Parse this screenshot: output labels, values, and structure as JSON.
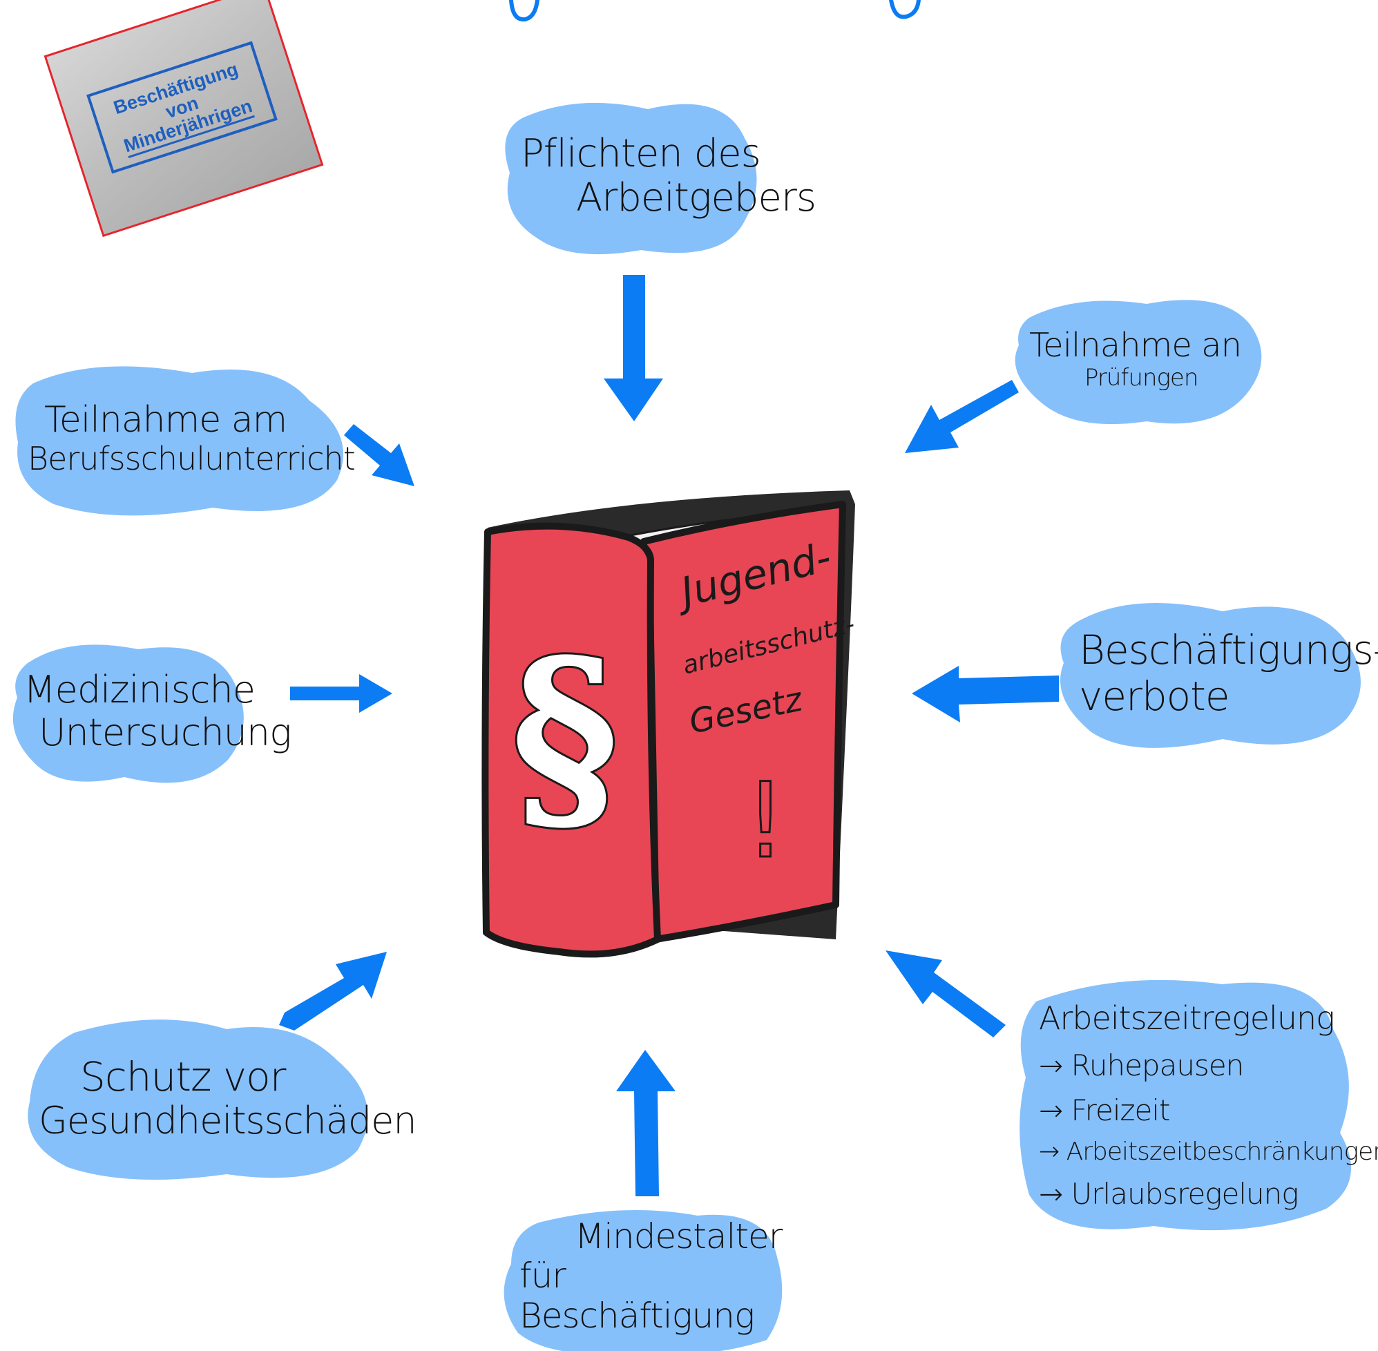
{
  "colors": {
    "blob": "#86c0fb",
    "arrow": "#0b7cf4",
    "book_red": "#e84655",
    "book_outline": "#1a1a1a",
    "pages": "#f2f2f2",
    "stamp_blue": "#1e5fbf",
    "stamp_border": "#e2262d"
  },
  "stamp": {
    "lines": [
      "Beschäftigung",
      "von",
      "Minderjährigen"
    ]
  },
  "book": {
    "spine_symbol": "§",
    "cover_lines": [
      "Jugend-",
      "arbeitsschutz-",
      "Gesetz"
    ],
    "cover_mark": "!"
  },
  "nodes": {
    "pflichten": {
      "lines": [
        "Pflichten des",
        "Arbeitgebers"
      ]
    },
    "pruefungen": {
      "lines": [
        "Teilnahme an",
        "Prüfungen"
      ]
    },
    "berufsschule": {
      "lines": [
        "Teilnahme am",
        "Berufsschulunterricht"
      ]
    },
    "beschaeftigungsverbote": {
      "lines": [
        "Beschäftigungs-",
        "verbote"
      ]
    },
    "medizinisch": {
      "lines": [
        "Medizinische",
        "Untersuchung"
      ]
    },
    "schutz": {
      "lines": [
        "Schutz vor",
        "Gesundheitsschäden"
      ]
    },
    "arbeitszeit": {
      "lines": [
        "Arbeitszeitregelung",
        "→ Ruhepausen",
        "→ Freizeit",
        "→ Arbeitszeitbeschränkungen",
        "→ Urlaubsregelung"
      ]
    },
    "mindestalter": {
      "lines": [
        "Mindestalter",
        "für Beschäftigung"
      ]
    }
  }
}
